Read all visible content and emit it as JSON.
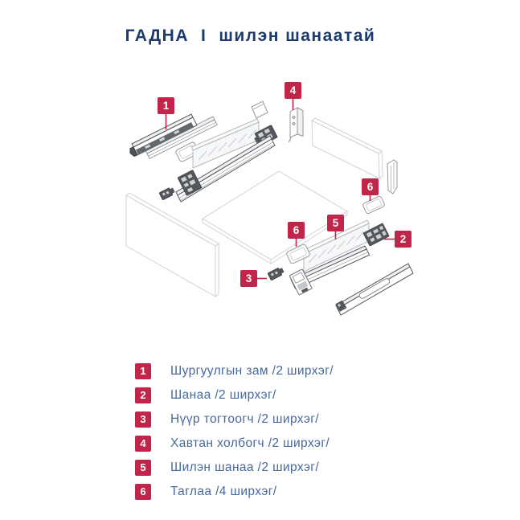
{
  "title": {
    "word1": "ГАДНА",
    "word2": "I",
    "word3": "шилэн шанаатай"
  },
  "colors": {
    "badge": "#c2254a",
    "title": "#1d3a6d",
    "legend": "#47699c"
  },
  "diagram": {
    "badges": [
      {
        "num": "1"
      },
      {
        "num": "4"
      },
      {
        "num": "6"
      },
      {
        "num": "5"
      },
      {
        "num": "6"
      },
      {
        "num": "2"
      },
      {
        "num": "3"
      }
    ]
  },
  "legend": {
    "items": [
      {
        "num": "1",
        "label": "Шургуулгын зам /2 ширхэг/"
      },
      {
        "num": "2",
        "label": "Шанаа /2 ширхэг/"
      },
      {
        "num": "3",
        "label": "Нүүр тогтоогч /2 ширхэг/"
      },
      {
        "num": "4",
        "label": "Хавтан холбогч /2 ширхэг/"
      },
      {
        "num": "5",
        "label": "Шилэн шанаа /2 ширхэг/"
      },
      {
        "num": "6",
        "label": "Таглаа /4 ширхэг/"
      }
    ]
  }
}
